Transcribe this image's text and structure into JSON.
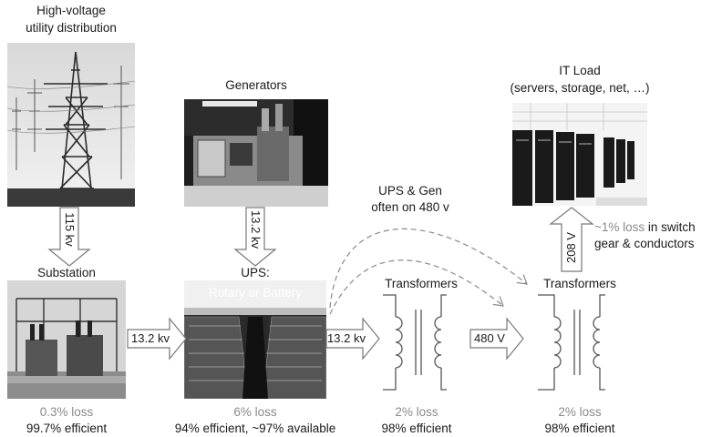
{
  "nodes": {
    "utility": {
      "line1": "High-voltage",
      "line2": "utility distribution"
    },
    "generators": {
      "title": "Generators"
    },
    "substation": {
      "title": "Substation",
      "loss": "0.3% loss",
      "efficiency": "99.7% efficient"
    },
    "ups": {
      "line1": "UPS:",
      "line2": "Rotary or Battery",
      "loss": "6% loss",
      "efficiency": "94% efficient, ~97% available"
    },
    "transformers1": {
      "title": "Transformers",
      "loss": "2% loss",
      "efficiency": "98% efficient"
    },
    "transformers2": {
      "title": "Transformers",
      "loss": "2% loss",
      "efficiency": "98% efficient"
    },
    "it_load": {
      "line1": "IT Load",
      "line2": "(servers, storage, net, …)"
    }
  },
  "connections": {
    "utility_to_substation": "115 kv",
    "generators_to_ups": "13.2 kv",
    "substation_to_ups": "13.2 kv",
    "ups_to_transformers": "13.2 kv",
    "transformers_to_transformers": "480 V",
    "transformers_to_it": "208 V"
  },
  "annotations": {
    "ups_gen": {
      "line1": "UPS & Gen",
      "line2": "often on 480 v"
    },
    "switch_gear": {
      "prefix": "~1% loss",
      "suffix": " in switch",
      "line2": "gear & conductors"
    }
  },
  "colors": {
    "text": "#1a1a1a",
    "muted": "#8a8a8a",
    "arrow_stroke": "#777777",
    "arrow_fill": "#ffffff"
  }
}
